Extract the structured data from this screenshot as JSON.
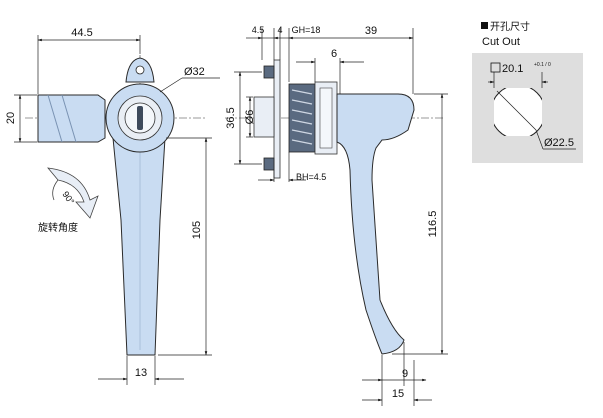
{
  "front_view": {
    "width_44_5": "44.5",
    "height_20": "20",
    "diameter_32": "Ø32",
    "length_105": "105",
    "width_13": "13",
    "rotation_angle": "90°",
    "rotation_label": "旋转角度"
  },
  "side_view": {
    "dim_4_5": "4.5",
    "dim_4": "4",
    "gh": "GH=18",
    "dim_39": "39",
    "dim_6_top": "6",
    "dim_36_5": "36.5",
    "dim_phi6": "Ø6",
    "bh": "BH=4.5",
    "dim_116_5": "116.5",
    "dim_9": "9",
    "dim_15": "15"
  },
  "cutout": {
    "title_cn": "开孔尺寸",
    "title_en": "Cut Out",
    "square_dim": "20.1",
    "square_tol": "+0.1 / 0",
    "diameter": "Ø22.5"
  }
}
